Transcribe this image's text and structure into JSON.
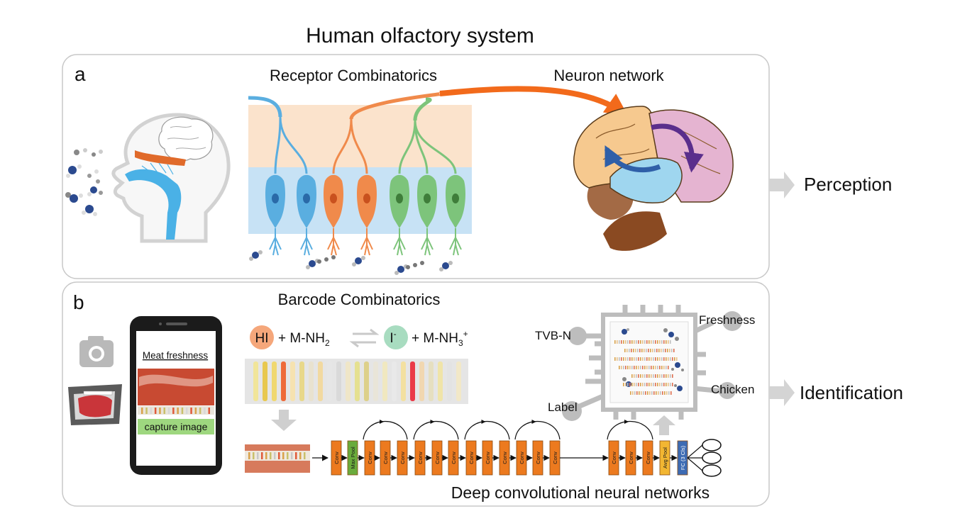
{
  "title": "Human olfactory system",
  "panel_a": {
    "letter": "a",
    "receptor_heading": "Receptor Combinatorics",
    "neuron_heading": "Neuron network",
    "output_label": "Perception"
  },
  "panel_b": {
    "letter": "b",
    "barcode_heading": "Barcode Combinatorics",
    "phone": {
      "header": "Meat freshness",
      "button": "capture image"
    },
    "reaction": {
      "left_reagent": "HI",
      "left_product": "+ M-NH",
      "left_sub": "2",
      "right_reagent": "I",
      "right_reagent_sup": "-",
      "right_product": "+ M-NH",
      "right_sub": "3",
      "right_sup": "+"
    },
    "chip_labels": {
      "tvbn": "TVB-N",
      "freshness": "Freshness",
      "chicken": "Chicken",
      "label": "Label"
    },
    "cnn_label": "Deep convolutional neural networks",
    "output_label": "Identification",
    "layers": [
      "Conv",
      "Max Pool",
      "Conv",
      "Conv",
      "Conv",
      "Conv",
      "Conv",
      "Conv",
      "Conv",
      "Conv",
      "Conv",
      "Conv",
      "Conv",
      "Conv",
      "Conv",
      "Conv",
      "Avg Pool",
      "FC (3 Cls)"
    ]
  },
  "colors": {
    "blue": "#5aaee0",
    "orange": "#f08a4b",
    "green": "#7dc47b",
    "cnn_orange": "#ec7a1f",
    "maxpool_green": "#6aab3c",
    "avgpool_yellow": "#f2b632",
    "fc_blue": "#3d6bb3"
  }
}
